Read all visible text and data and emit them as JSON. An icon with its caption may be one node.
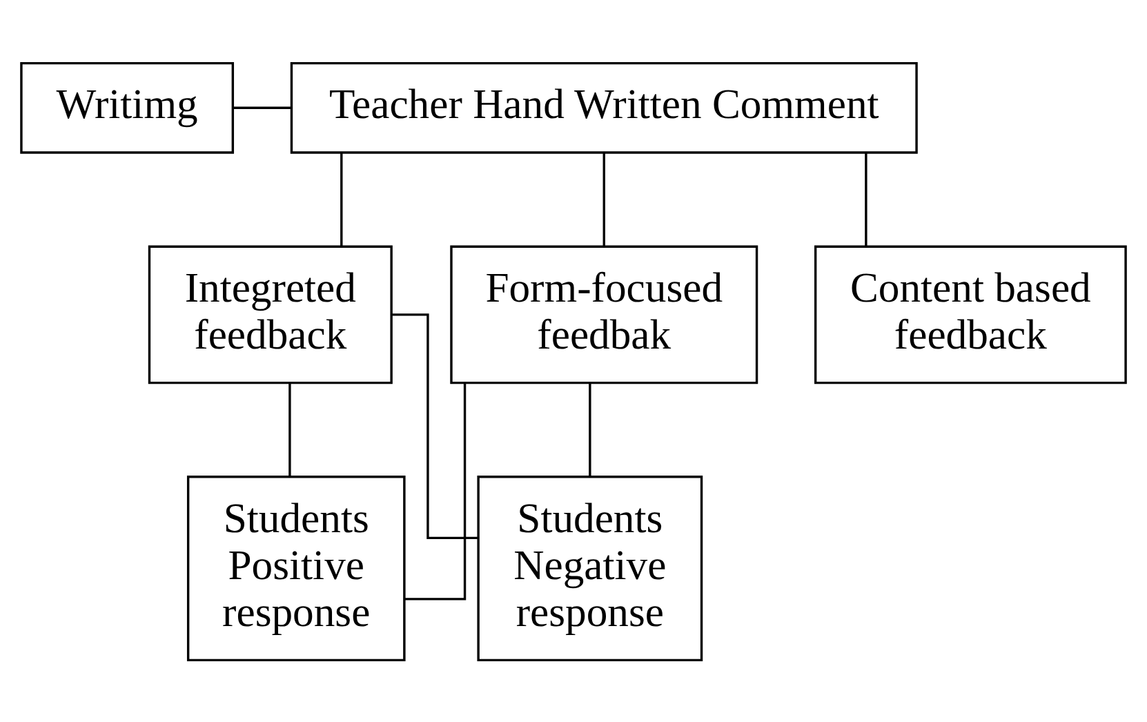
{
  "diagram": {
    "nodes": [
      {
        "text": [
          "Writimg"
        ]
      },
      {
        "text": [
          "Teacher Hand Written Comment"
        ]
      },
      {
        "text": [
          "Form-focused feedbak"
        ]
      },
      {
        "text": [
          "Content based feedback"
        ]
      },
      {
        "text": [
          "Integreted feedback"
        ]
      },
      {
        "text": [
          "Students Positive response"
        ]
      },
      {
        "text": [
          "Students Negative response"
        ]
      }
    ],
    "edges": [
      {
        "from": 0,
        "to": 1,
        "arrow": "none"
      },
      {
        "from": 1,
        "to": 2,
        "arrow": "none"
      },
      {
        "from": 1,
        "to": 3,
        "arrow": "none"
      },
      {
        "from": 1,
        "to": 4,
        "arrow": "none"
      },
      {
        "from": 2,
        "to": 5,
        "arrow": "none"
      },
      {
        "from": 2,
        "to": 6,
        "arrow": "none"
      },
      {
        "from": 4,
        "to": 5,
        "arrow": "none"
      },
      {
        "from": 4,
        "to": 6,
        "arrow": "none"
      }
    ]
  }
}
